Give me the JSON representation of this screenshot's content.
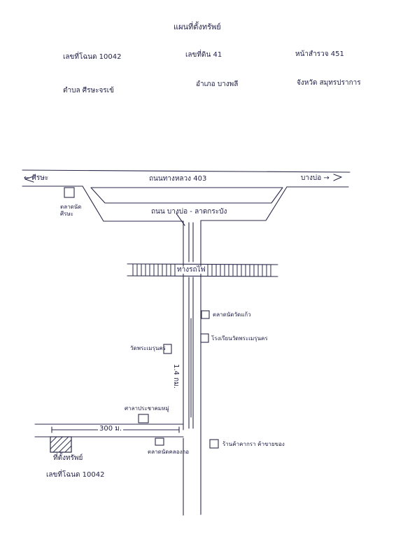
{
  "header": {
    "title": "แผนที่ตั้งทรัพย์",
    "deed_label": "เลขที่โฉนด  10042",
    "land_no_label": "เลขที่ดิน  41",
    "survey_label": "หน้าสำรวจ  451",
    "subdistrict_label": "ตำบล  ศีรษะจรเข้",
    "district_label": "อำเภอ บางพลี",
    "province_label": "จังหวัด สมุทรปราการ"
  },
  "map": {
    "left_direction": "← ศีรษะ",
    "right_direction": "บางบ่อ →",
    "highway_label": "ถนนทางหลวง 403",
    "branch_road_label": "ถนน บางบ่อ - ลาดกระบัง",
    "market_label": "ตลาดนัด\nศีรษะ",
    "railway_label": "ทางรถไฟ",
    "distance_vertical": "1.4 กม.",
    "distance_horizontal": "300 ม.",
    "landmarks": {
      "market_right": "ตลาดนัดวัดแก้ว",
      "school": "โรงเรียนวัดพระเมรุนคร",
      "temple": "วัดพระเมรุนคร",
      "shrine": "ศาลาประชาคมหมู่",
      "village": "ตลาดนัดคลองกอ",
      "shop": "ร้านค้าคากรา  ค้าขายของ"
    },
    "property_label": "ที่ตั้งทรัพย์",
    "property_deed": "เลขที่โฉนด  10042"
  }
}
